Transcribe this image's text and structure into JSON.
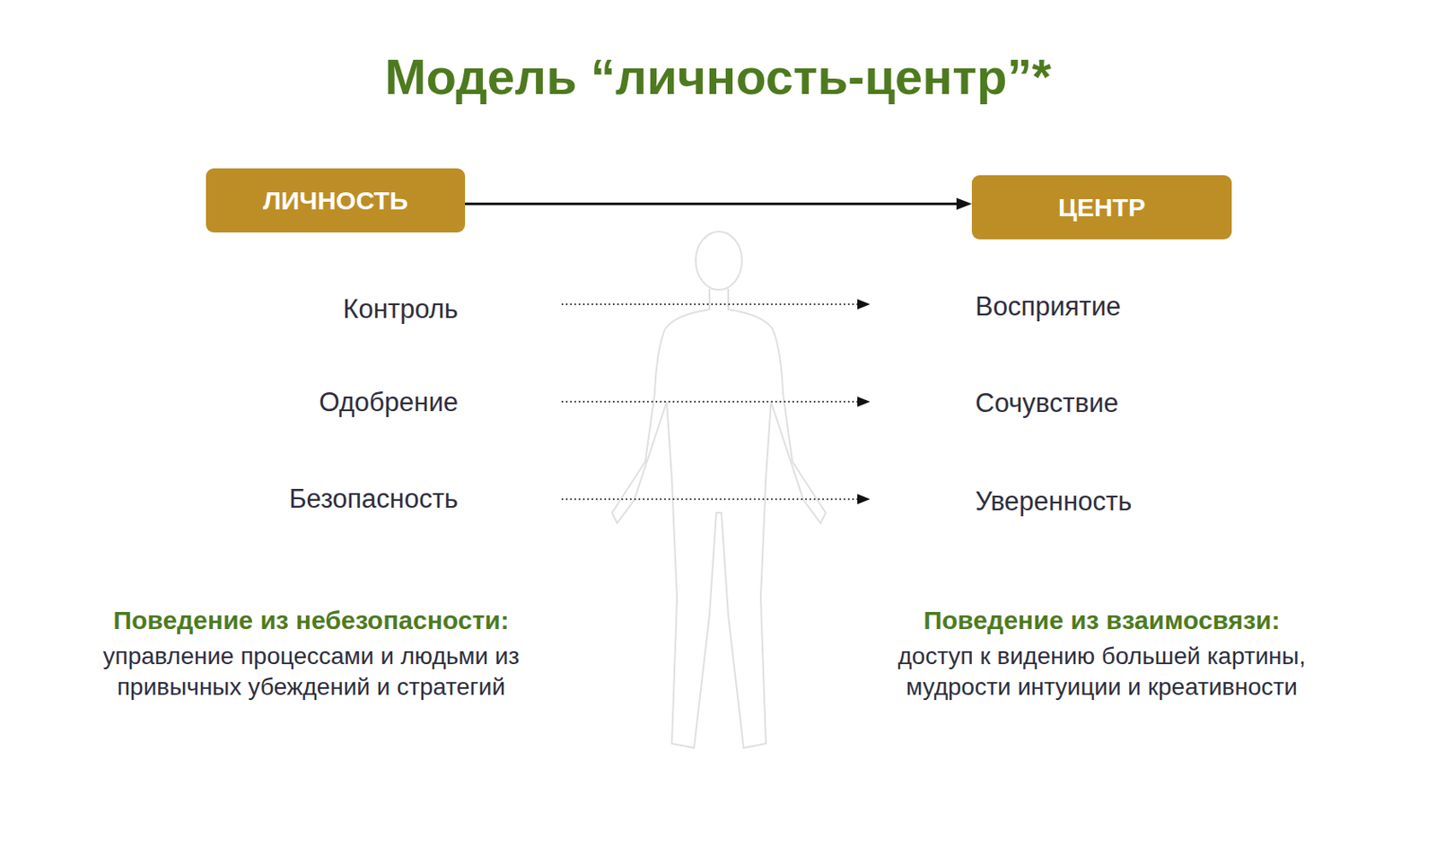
{
  "diagram": {
    "title": "Модель “личность-центр”*",
    "nodes": [
      {
        "text": [
          "ЛИЧНОСТЬ"
        ]
      },
      {
        "text": [
          "ЦЕНТР"
        ]
      }
    ],
    "edges": [
      {
        "from": 0,
        "to": 1,
        "arrow": "to"
      }
    ],
    "labels": [
      "Контроль",
      "Восприятие",
      "Одобрение",
      "Сочувствие",
      "Безопасность",
      "Уверенность",
      "Поведение из небезопасности:",
      "управление процессами и людьми из привычных убеждений и стратегий",
      "Поведение из взаимосвязи:",
      "доступ к видению большей картины, мудрости интуиции и креативности"
    ]
  }
}
